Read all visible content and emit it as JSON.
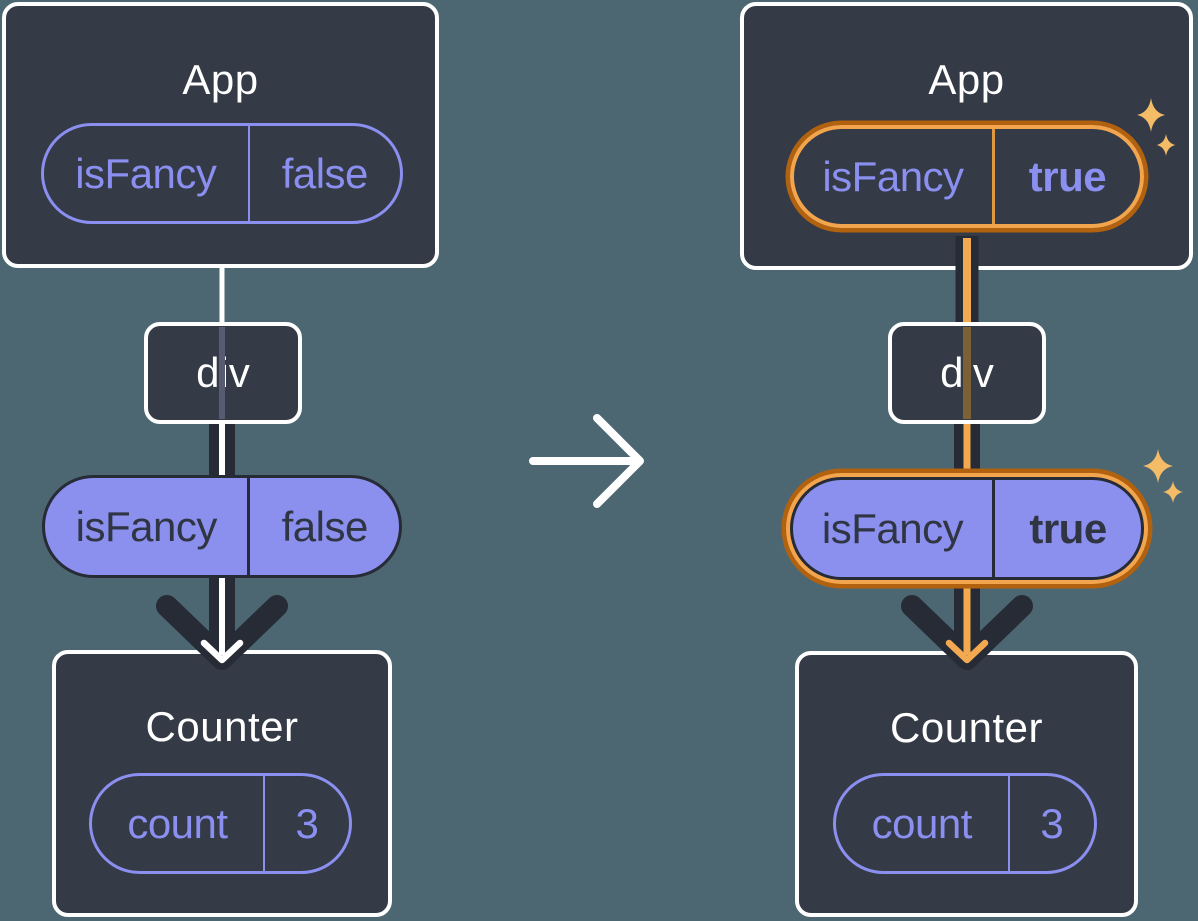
{
  "colors": {
    "background": "#4C6772",
    "box_fill": "#343A46",
    "box_border": "#FFFFFF",
    "purple": "#8A8FF0",
    "purple_fill": "#8B8FEE",
    "dark": "#262B36",
    "dark_text": "#2F3542",
    "white": "#FFFFFF",
    "orange_light": "#F2A54D",
    "orange_dark": "#B2610F",
    "orange_arrow": "#F2A94F",
    "orange_divider": "#DE9A41",
    "sparkle": "#F5BC67",
    "muted_line_left": "#575C72",
    "muted_line_right": "#7C6136"
  },
  "before": {
    "app": {
      "title": "App",
      "prop": {
        "name": "isFancy",
        "value": "false"
      }
    },
    "div": {
      "label": "div"
    },
    "passed_prop": {
      "name": "isFancy",
      "value": "false"
    },
    "counter": {
      "title": "Counter",
      "state": {
        "name": "count",
        "value": "3"
      }
    }
  },
  "after": {
    "app": {
      "title": "App",
      "prop": {
        "name": "isFancy",
        "value": "true"
      }
    },
    "div": {
      "label": "div"
    },
    "passed_prop": {
      "name": "isFancy",
      "value": "true"
    },
    "counter": {
      "title": "Counter",
      "state": {
        "name": "count",
        "value": "3"
      }
    }
  }
}
